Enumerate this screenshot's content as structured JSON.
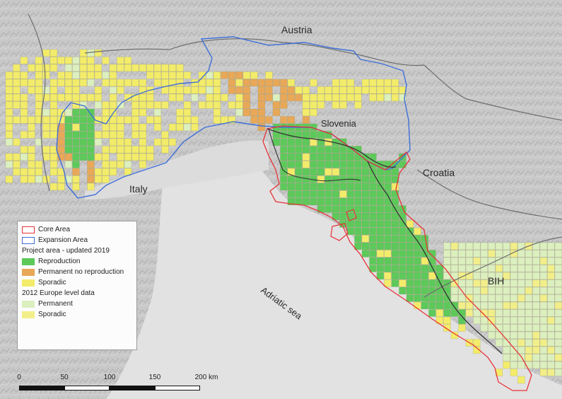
{
  "map": {
    "labels": {
      "austria": "Austria",
      "italy": "Italy",
      "slovenia": "Slovenia",
      "croatia": "Croatia",
      "bih": "BIH",
      "sea": "Adriatic sea"
    },
    "colors": {
      "reproduction": "#5dc95a",
      "permanent_no_reproduction": "#e8a858",
      "sporadic": "#f3ec6a",
      "europe_permanent": "#dcefbf",
      "europe_sporadic": "#f2ef8a",
      "core_area": "#e8333a",
      "expansion_area": "#3f6fd8",
      "land": "#c9c9c9",
      "sea": "#e1e1e1"
    }
  },
  "legend": {
    "core": "Core Area",
    "expansion": "Expansion Area",
    "group1_title": "Project area - updated 2019",
    "reproduction": "Reproduction",
    "permanent_no_repro": "Permanent no reproduction",
    "sporadic": "Sporadic",
    "group2_title": "2012 Europe level data",
    "permanent": "Permanent",
    "sporadic2": "Sporadic"
  },
  "scale": {
    "ticks": [
      "0",
      "50",
      "100",
      "150",
      "200 km"
    ],
    "unit": "km"
  }
}
